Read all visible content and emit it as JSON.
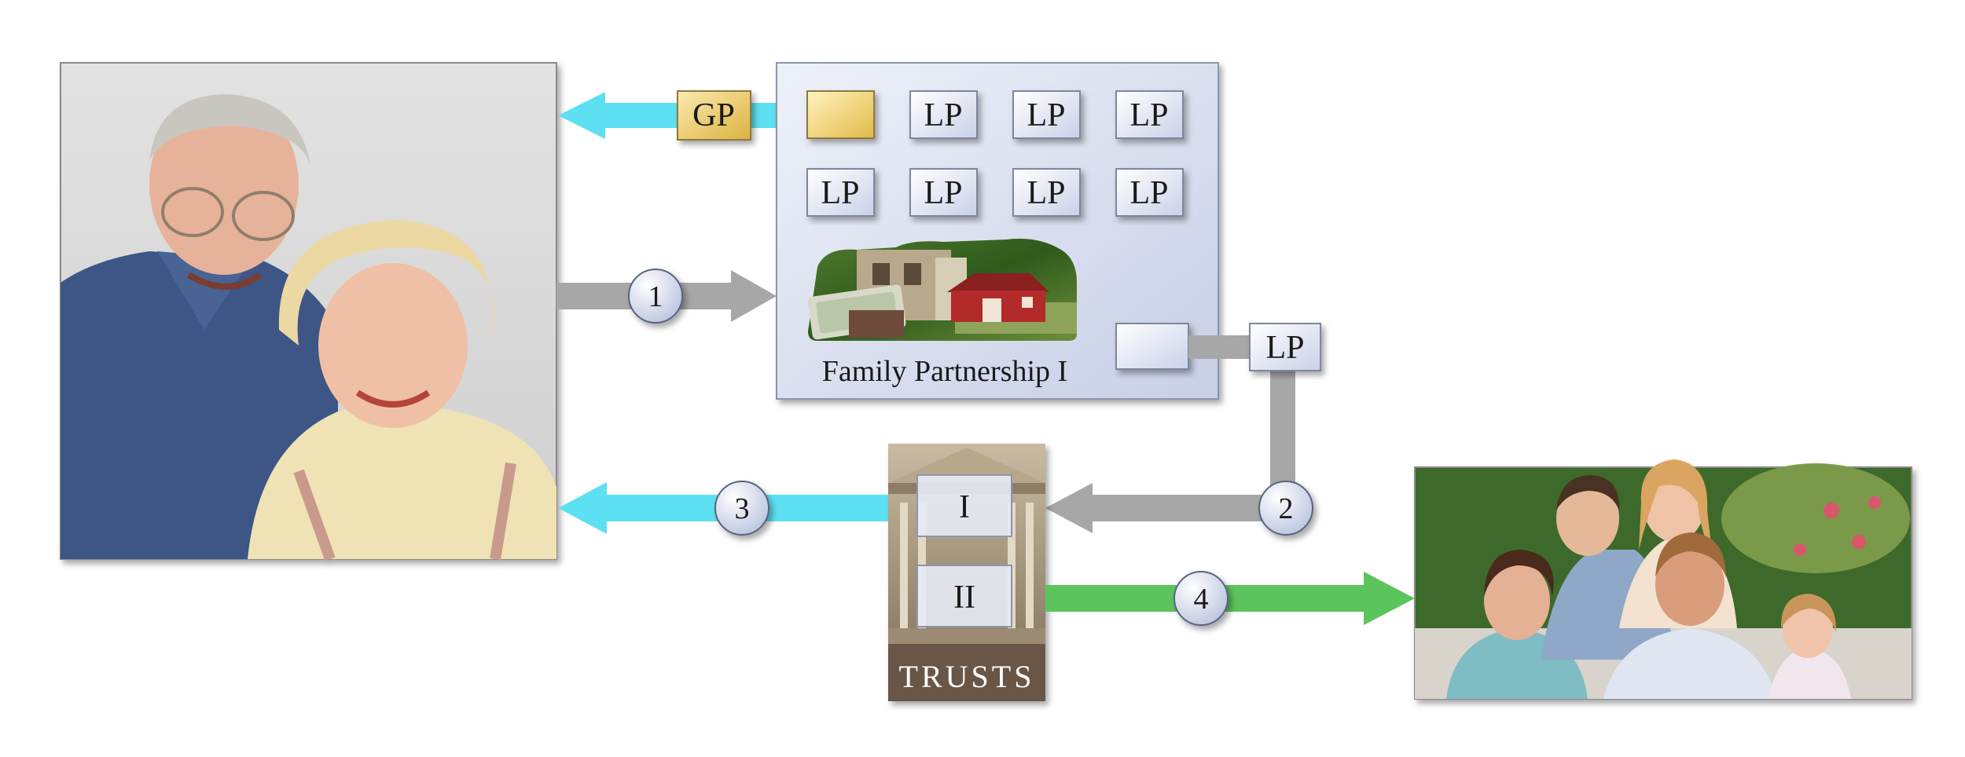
{
  "partnership": {
    "label": "Family Partnership I",
    "gp_label": "GP",
    "lp_label": "LP",
    "external_lp_label": "LP"
  },
  "trusts": {
    "label": "TRUSTS",
    "trust_1": "I",
    "trust_2": "II"
  },
  "steps": [
    "1",
    "2",
    "3",
    "4"
  ],
  "colors": {
    "cyan_arrow": "#5ee0f3",
    "gray_arrow": "#a7a7a7",
    "green_arrow": "#5cc45c",
    "box_fill": "#e7ebf5",
    "gp_fill": "#f3d97a"
  },
  "icons": {
    "grandparents_photo": "couple-photo",
    "family_photo": "family-photo",
    "assets_image": "house-money-barn-image",
    "trust_building": "courthouse-image"
  }
}
